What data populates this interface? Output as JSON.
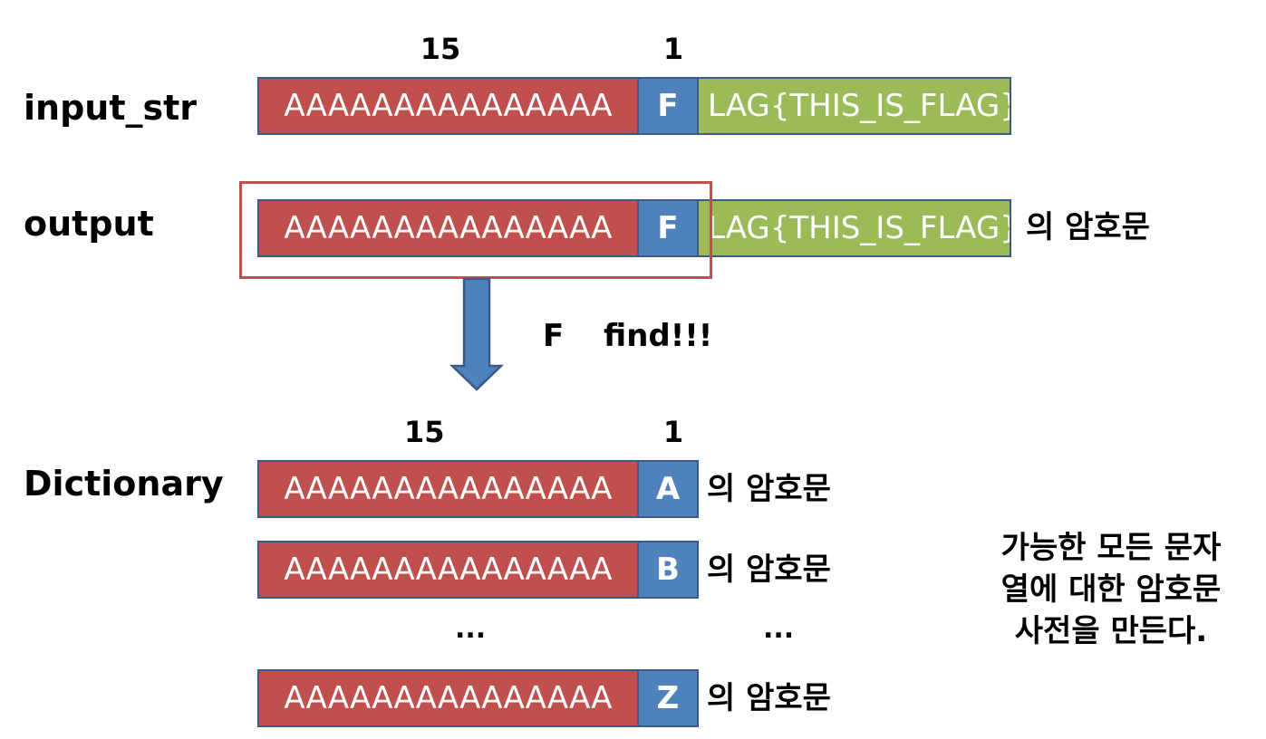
{
  "labels": {
    "input_str": "input_str",
    "output": "output",
    "dictionary": "Dictionary"
  },
  "counts": {
    "top_red": "15",
    "top_blue": "1",
    "dict_red": "15",
    "dict_blue": "1"
  },
  "input_bar": {
    "padding_text": "AAAAAAAAAAAAAAA",
    "guess_char": "F",
    "rest_text": "LAG{THIS_IS_FLAG}"
  },
  "output_bar": {
    "padding_text": "AAAAAAAAAAAAAAA",
    "guess_char": "F",
    "rest_text": "LAG{THIS_IS_FLAG}",
    "suffix": "의 암호문"
  },
  "find_text": {
    "char": "F",
    "message": "find!!!"
  },
  "dictionary": [
    {
      "padding_text": "AAAAAAAAAAAAAAA",
      "char": "A",
      "suffix": "의 암호문"
    },
    {
      "padding_text": "AAAAAAAAAAAAAAA",
      "char": "B",
      "suffix": "의 암호문"
    },
    {
      "padding_text": "AAAAAAAAAAAAAAA",
      "char": "Z",
      "suffix": "의 암호문"
    }
  ],
  "ellipsis": {
    "left": "...",
    "right": "..."
  },
  "note": {
    "line1": "가능한 모든 문자",
    "line2": "열에 대한 암호문",
    "line3": "사전을 만든다."
  },
  "colors": {
    "padding_block": "#c0504d",
    "char_block": "#4f81bd",
    "flag_block": "#9bbb59",
    "highlight_box": "#c0504d",
    "arrow": "#4f81bd"
  }
}
